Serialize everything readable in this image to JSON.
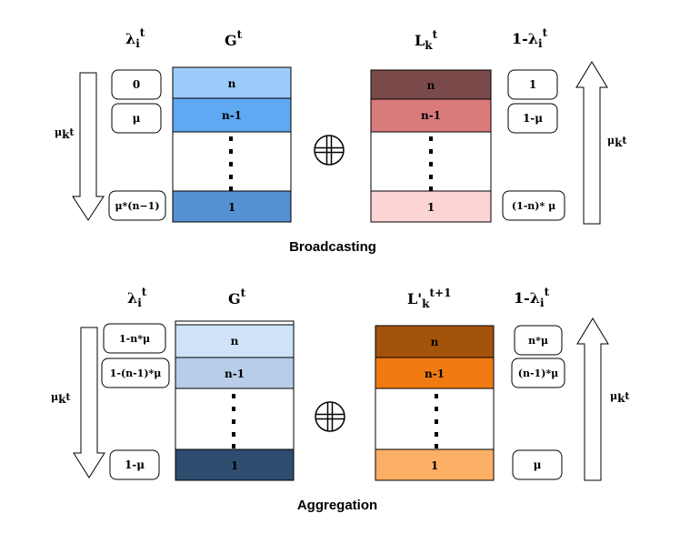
{
  "top": {
    "caption": "Broadcasting",
    "left_header": {
      "base": "λ",
      "sub": "i",
      "sup": "t"
    },
    "g_header": {
      "base": "G",
      "sup": "t"
    },
    "l_header": {
      "base": "L",
      "sub": "k",
      "sup": "t"
    },
    "right_header": {
      "base": "1-λ",
      "sub": "i",
      "sup": "t"
    },
    "mu_left": {
      "base": "μ",
      "sub": "k",
      "sup": "t"
    },
    "mu_right": {
      "base": "μ",
      "sub": "k",
      "sup": "t"
    },
    "left_boxes": [
      "0",
      "μ",
      "μ*(n−1)"
    ],
    "right_boxes": [
      "1",
      "1-μ",
      "(1-n)* μ"
    ],
    "g_cells": [
      "n",
      "n-1",
      "1"
    ],
    "l_cells": [
      "n",
      "n-1",
      "1"
    ],
    "colors": {
      "g": [
        "#9dcbf9",
        "#5fa8f2",
        "#5590d3"
      ],
      "l": [
        "#7a4a4a",
        "#d97b7b",
        "#fdd4d4"
      ]
    }
  },
  "bottom": {
    "caption": "Aggregation",
    "left_header": {
      "base": "λ",
      "sub": "i",
      "sup": "t"
    },
    "g_header": {
      "base": "G",
      "sup": "t"
    },
    "l_header": {
      "base": "L'",
      "sub": "k",
      "sup": "t+1"
    },
    "right_header": {
      "base": "1-λ",
      "sub": "i",
      "sup": "t"
    },
    "mu_left": {
      "base": "μ",
      "sub": "k",
      "sup": "t"
    },
    "mu_right": {
      "base": "μ",
      "sub": "k",
      "sup": "t"
    },
    "left_boxes": [
      "1-n*μ",
      "1-(n-1)*μ",
      "1-μ"
    ],
    "right_boxes": [
      "n*μ",
      "(n-1)*μ",
      "μ"
    ],
    "g_cells": [
      "n",
      "n-1",
      "1"
    ],
    "l_cells": [
      "n",
      "n-1",
      "1"
    ],
    "colors": {
      "g": [
        "#cfe2f7",
        "#b7cde9",
        "#2e4c6e"
      ],
      "l": [
        "#a3530a",
        "#f07a12",
        "#fcb066"
      ]
    }
  }
}
